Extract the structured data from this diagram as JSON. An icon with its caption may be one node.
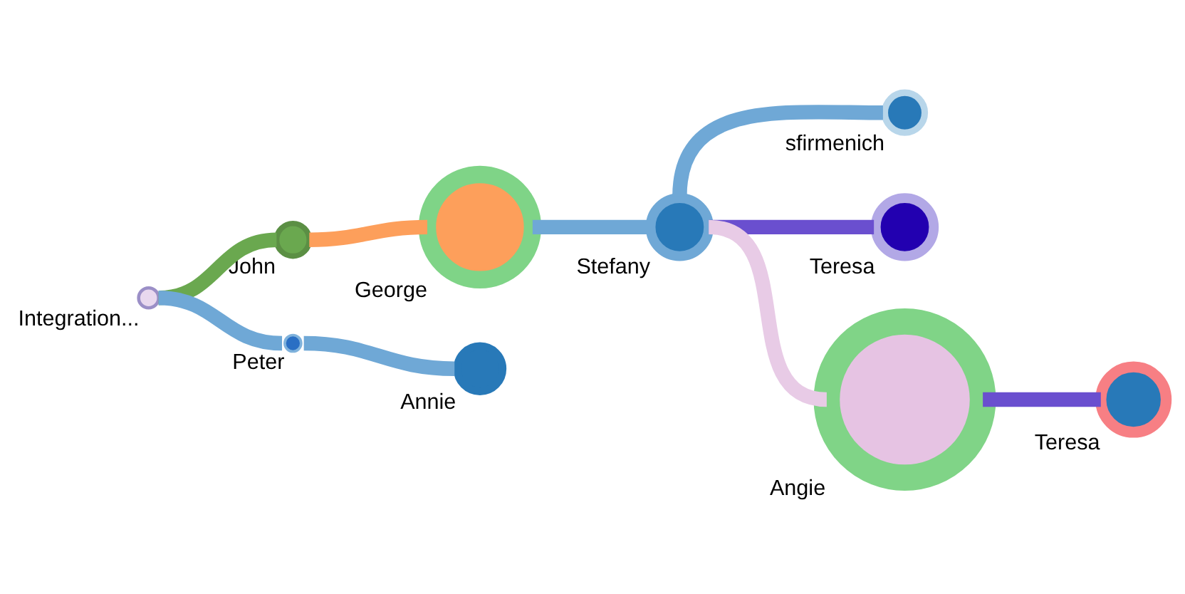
{
  "diagram": {
    "nodes": [
      {
        "text": [
          "Integration..."
        ]
      },
      {
        "text": [
          "John"
        ]
      },
      {
        "text": [
          "Peter"
        ]
      },
      {
        "text": [
          "George"
        ]
      },
      {
        "text": [
          "Annie"
        ]
      },
      {
        "text": [
          "Stefany"
        ]
      },
      {
        "text": [
          "sfirmenich"
        ]
      },
      {
        "text": [
          "Teresa"
        ]
      },
      {
        "text": [
          "Angie"
        ]
      },
      {
        "text": [
          "Teresa"
        ]
      }
    ],
    "edges": [
      {
        "from": 0,
        "to": 1,
        "arrow": "none",
        "color": "#6aa84f"
      },
      {
        "from": 0,
        "to": 2,
        "arrow": "none"
      },
      {
        "from": 1,
        "to": 3,
        "arrow": "none",
        "color": "#fd9f5b"
      },
      {
        "from": 2,
        "to": 4,
        "arrow": "none"
      },
      {
        "from": 3,
        "to": 5,
        "arrow": "none"
      },
      {
        "from": 5,
        "to": 6,
        "arrow": "none"
      },
      {
        "from": 5,
        "to": 7,
        "arrow": "none",
        "color": "#6a4fcf"
      },
      {
        "from": 5,
        "to": 8,
        "arrow": "none",
        "color": "#e8cbe6"
      },
      {
        "from": 8,
        "to": 9,
        "arrow": "none",
        "color": "#6a4fcf"
      }
    ]
  }
}
